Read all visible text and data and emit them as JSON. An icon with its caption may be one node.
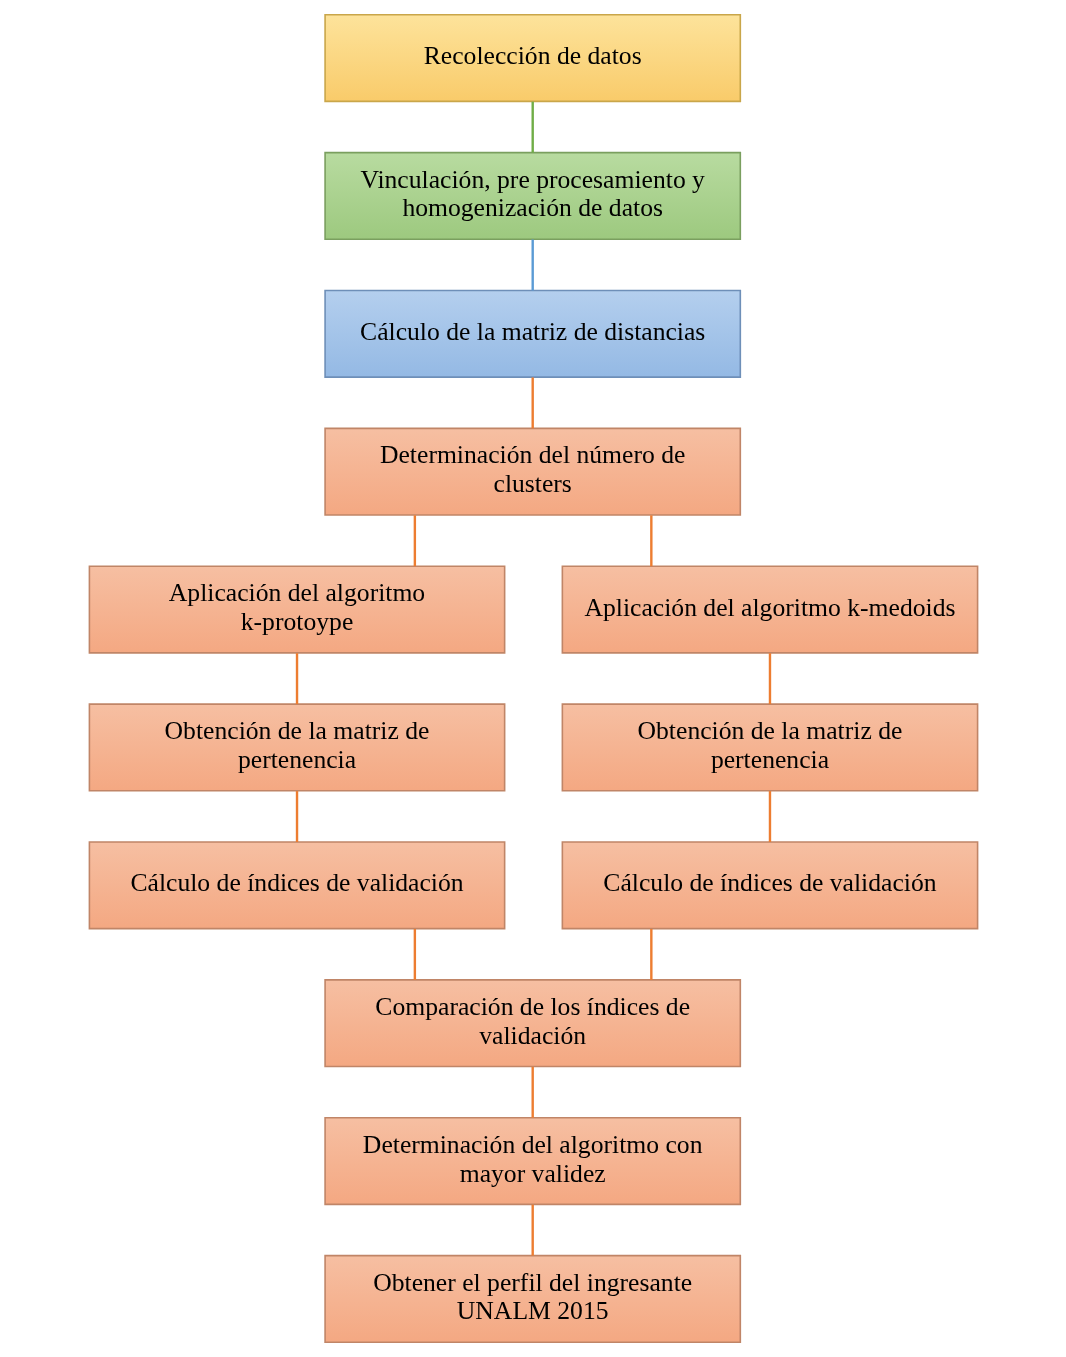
{
  "diagram": {
    "nodes": [
      {
        "text": [
          "Recolección de datos"
        ]
      },
      {
        "text": [
          "Vinculación, pre procesamiento y homogenización de datos"
        ]
      },
      {
        "text": [
          "Cálculo de la matriz de distancias"
        ]
      },
      {
        "text": [
          "Determinación del número de clusters"
        ]
      },
      {
        "text": [
          "Aplicación del algoritmo k-protoype"
        ]
      },
      {
        "text": [
          "Aplicación del algoritmo k-medoids"
        ]
      },
      {
        "text": [
          "Obtención de la matriz de pertenencia"
        ]
      },
      {
        "text": [
          "Obtención de la matriz de pertenencia"
        ]
      },
      {
        "text": [
          "Cálculo de índices de validación"
        ]
      },
      {
        "text": [
          "Cálculo de índices de validación"
        ]
      },
      {
        "text": [
          "Comparación de los índices de validación"
        ]
      },
      {
        "text": [
          "Determinación del algoritmo con mayor validez"
        ]
      },
      {
        "text": [
          "Obtener el perfil del ingresante UNALM 2015"
        ]
      }
    ],
    "edges": [
      {
        "from": 0,
        "to": 1,
        "arrow": "none",
        "color": "#70ad47"
      },
      {
        "from": 1,
        "to": 2,
        "arrow": "none",
        "color": "#5b9bd5"
      },
      {
        "from": 2,
        "to": 3,
        "arrow": "none"
      },
      {
        "from": 3,
        "to": 4,
        "arrow": "none"
      },
      {
        "from": 3,
        "to": 5,
        "arrow": "none"
      },
      {
        "from": 4,
        "to": 6,
        "arrow": "none"
      },
      {
        "from": 5,
        "to": 7,
        "arrow": "none"
      },
      {
        "from": 6,
        "to": 8,
        "arrow": "none"
      },
      {
        "from": 7,
        "to": 9,
        "arrow": "none"
      },
      {
        "from": 8,
        "to": 10,
        "arrow": "none"
      },
      {
        "from": 9,
        "to": 10,
        "arrow": "none"
      },
      {
        "from": 10,
        "to": 11,
        "arrow": "none"
      },
      {
        "from": 11,
        "to": 12,
        "arrow": "none"
      }
    ]
  }
}
